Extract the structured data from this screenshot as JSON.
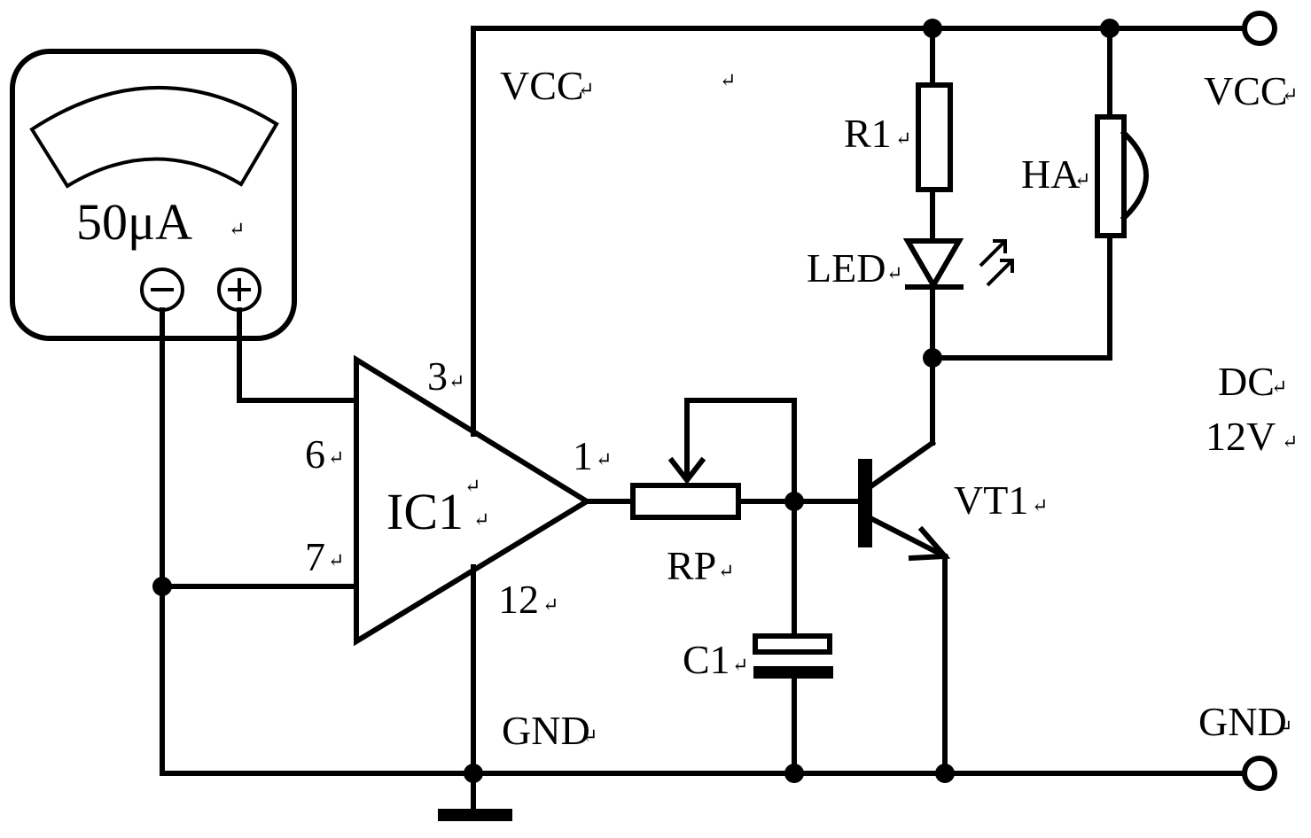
{
  "meter": {
    "scale_label": "50μA",
    "negative_terminal": "minus-icon",
    "positive_terminal": "plus-icon"
  },
  "labels": {
    "vcc_left": "VCC",
    "vcc_right": "VCC",
    "gnd_left": "GND",
    "gnd_right": "GND",
    "supply_dc": "DC",
    "supply_voltage": "12V",
    "ic": "IC1",
    "pin3": "3",
    "pin6": "6",
    "pin7": "7",
    "pin1": "1",
    "pin12": "12",
    "r1": "R1",
    "led": "LED",
    "ha": "HA",
    "rp": "RP",
    "c1": "C1",
    "vt1": "VT1"
  },
  "paragraph_mark": "↵"
}
